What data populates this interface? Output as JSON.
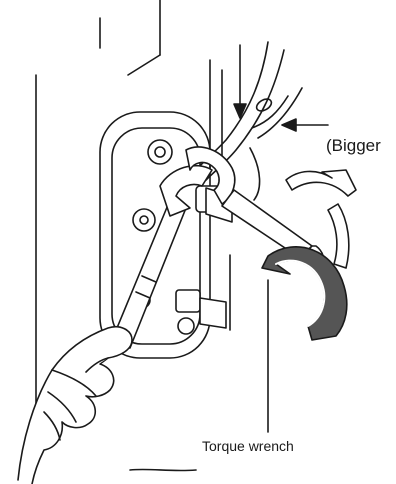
{
  "labels": {
    "bigger_pipe": "(Bigger",
    "torque_wrench": "Torque wrench"
  },
  "colors": {
    "ink": "#1a1a1a",
    "shade_dark": "#555555",
    "shade_mid": "#9a9a9a",
    "background": "#ffffff"
  },
  "icons": {
    "rotation_arrow_upper": "curved-rotation-arrow-outline",
    "rotation_arrow_lower": "curved-rotation-arrow-shaded",
    "hand": "gripping-hand"
  }
}
